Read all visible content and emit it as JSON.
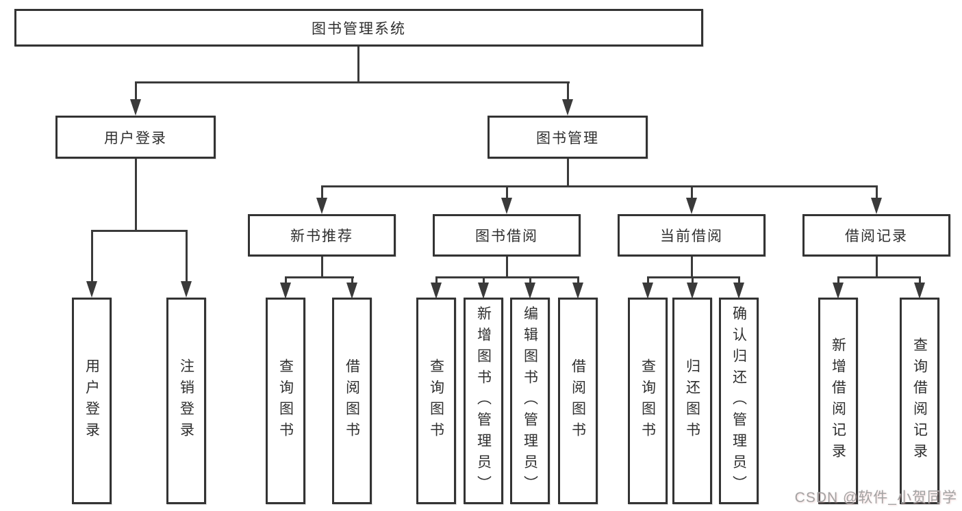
{
  "diagram": {
    "type": "hierarchy-tree",
    "orientation": "top-down",
    "colors": {
      "background": "#ffffff",
      "box_fill": "#ffffff",
      "box_border": "#333333",
      "connector_line": "#3a3a3a",
      "text": "#2f2f2f",
      "watermark_text": "#a3a3a3"
    },
    "tree": {
      "root": {
        "label": "图书管理系统",
        "children": [
          {
            "label": "用户登录",
            "children": [
              {
                "label": "用户登录"
              },
              {
                "label": "注销登录"
              }
            ]
          },
          {
            "label": "图书管理",
            "children": [
              {
                "label": "新书推荐",
                "children": [
                  {
                    "label": "查询图书"
                  },
                  {
                    "label": "借阅图书"
                  }
                ]
              },
              {
                "label": "图书借阅",
                "children": [
                  {
                    "label": "查询图书"
                  },
                  {
                    "label": "新增图书（管理员）"
                  },
                  {
                    "label": "编辑图书（管理员）"
                  },
                  {
                    "label": "借阅图书"
                  }
                ]
              },
              {
                "label": "当前借阅",
                "children": [
                  {
                    "label": "查询图书"
                  },
                  {
                    "label": "归还图书"
                  },
                  {
                    "label": "确认归还（管理员）"
                  }
                ]
              },
              {
                "label": "借阅记录",
                "children": [
                  {
                    "label": "新增借阅记录"
                  },
                  {
                    "label": "查询借阅记录"
                  }
                ]
              }
            ]
          }
        ]
      }
    },
    "watermark": {
      "text": "CSDN @软件_小贺同学"
    }
  }
}
